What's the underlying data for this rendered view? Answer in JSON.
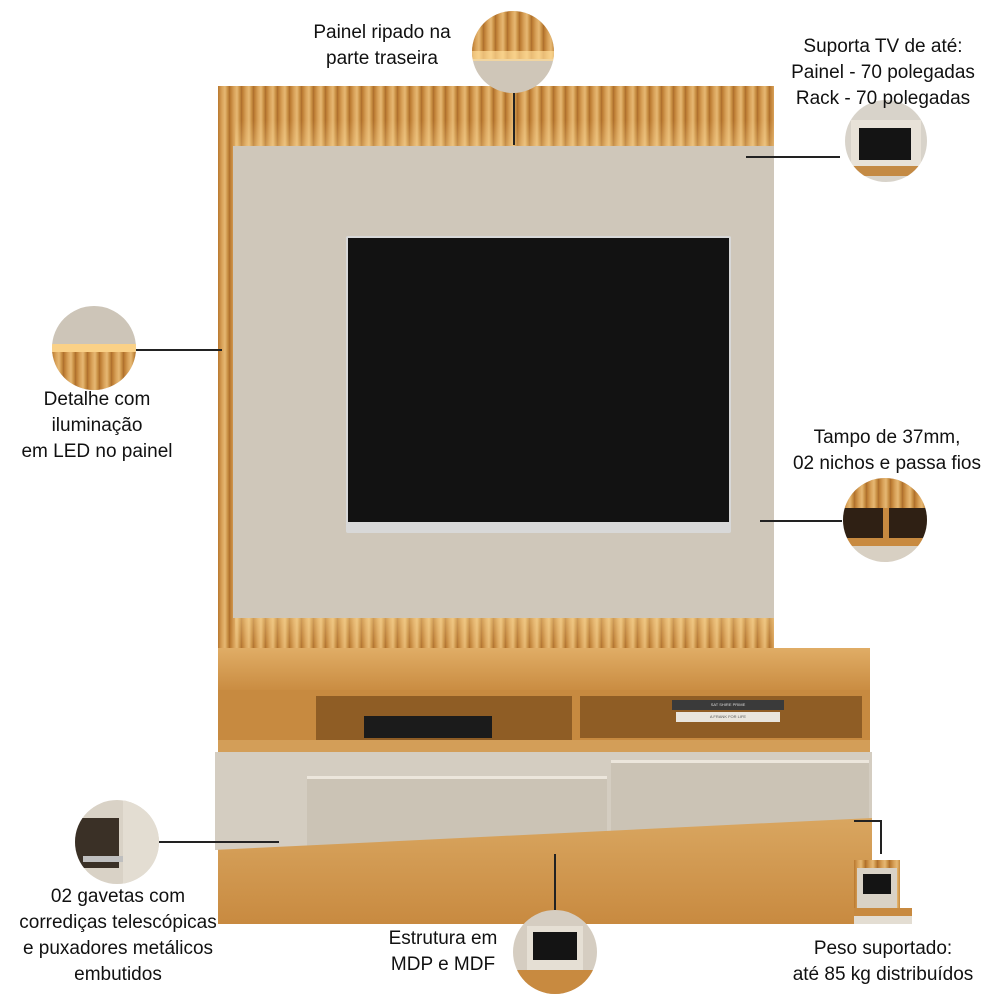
{
  "callouts": {
    "back_panel": [
      "Painel ripado na",
      "parte traseira"
    ],
    "tv_support": [
      "Suporta TV de até:",
      "Painel - 70 polegadas",
      "Rack - 70 polegadas"
    ],
    "led": [
      "Detalhe com",
      "iluminação",
      "em LED no painel"
    ],
    "top": [
      "Tampo de 37mm,",
      "02 nichos e passa fios"
    ],
    "drawers": [
      "02 gavetas com",
      "corrediças telescópicas",
      "e puxadores metálicos",
      "embutidos"
    ],
    "structure": [
      "Estrutura em",
      "MDP e MDF"
    ],
    "weight": [
      "Peso suportado:",
      "até 85 kg distribuídos"
    ]
  },
  "product_text": {
    "book_spine": "SAT SHIRE PRIME",
    "book_spine_2": "A FRANK FOR LIFE"
  },
  "colors": {
    "wood": "#d09a50",
    "beige": "#cdc5b8",
    "tv_screen": "#111111"
  }
}
